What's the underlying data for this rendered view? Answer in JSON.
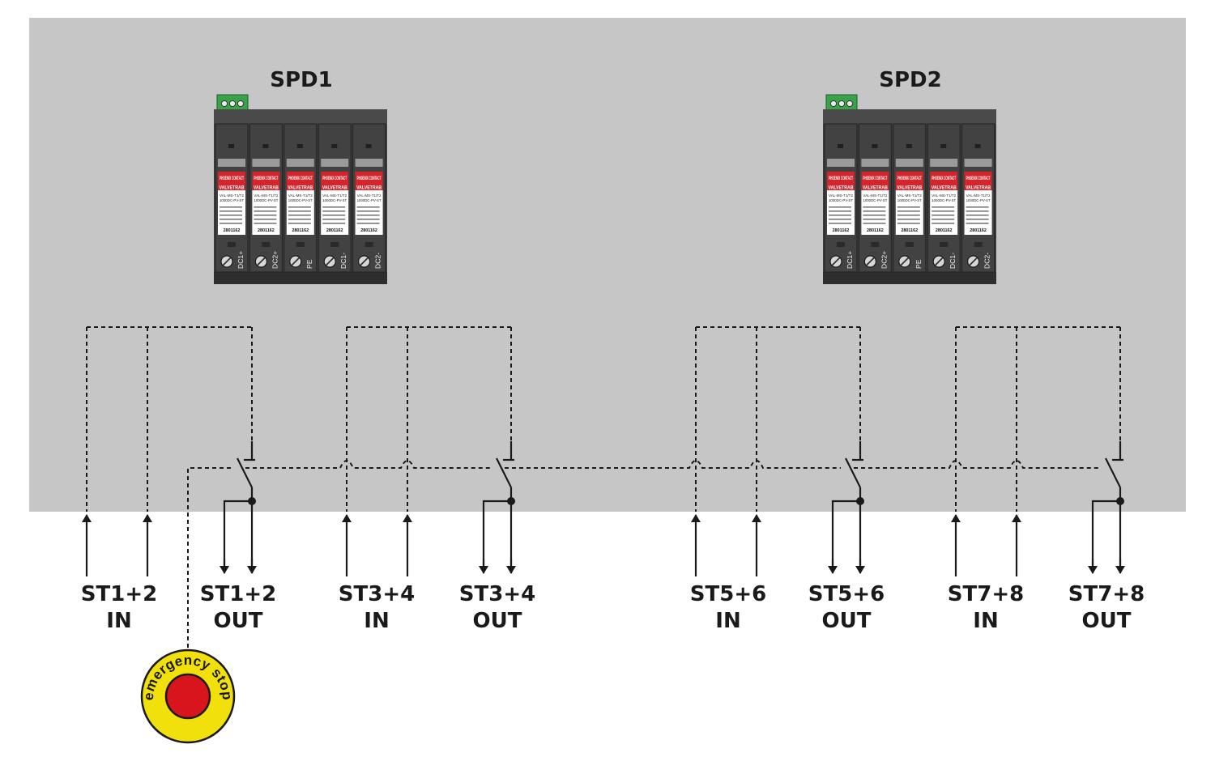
{
  "spd_units": [
    {
      "title": "SPD1",
      "modules": [
        {
          "brand": "PHOENIX CONTACT",
          "series": "VALVETRAB",
          "model": "VAL-MS-T1/T2",
          "model2": "1000DC-PV-ST",
          "part": "2801162",
          "terminal": "DC1+"
        },
        {
          "brand": "PHOENIX CONTACT",
          "series": "VALVETRAB",
          "model": "VAL-MS-T1/T2",
          "model2": "1000DC-PV-ST",
          "part": "2801162",
          "terminal": "DC2+"
        },
        {
          "brand": "PHOENIX CONTACT",
          "series": "VALVETRAB",
          "model": "VAL-MS-T1/T2",
          "model2": "1000DC-PV-ST",
          "part": "2801162",
          "terminal": "PE"
        },
        {
          "brand": "PHOENIX CONTACT",
          "series": "VALVETRAB",
          "model": "VAL-MS-T1/T2",
          "model2": "1000DC-PV-ST",
          "part": "2801162",
          "terminal": "DC1-"
        },
        {
          "brand": "PHOENIX CONTACT",
          "series": "VALVETRAB",
          "model": "VAL-MS-T1/T2",
          "model2": "1000DC-PV-ST",
          "part": "2801162",
          "terminal": "DC2-"
        }
      ]
    },
    {
      "title": "SPD2",
      "modules": [
        {
          "brand": "PHOENIX CONTACT",
          "series": "VALVETRAB",
          "model": "VAL-MS-T1/T2",
          "model2": "1000DC-PV-ST",
          "part": "2801162",
          "terminal": "DC1+"
        },
        {
          "brand": "PHOENIX CONTACT",
          "series": "VALVETRAB",
          "model": "VAL-MS-T1/T2",
          "model2": "1000DC-PV-ST",
          "part": "2801162",
          "terminal": "DC2+"
        },
        {
          "brand": "PHOENIX CONTACT",
          "series": "VALVETRAB",
          "model": "VAL-MS-T1/T2",
          "model2": "1000DC-PV-ST",
          "part": "2801162",
          "terminal": "PE"
        },
        {
          "brand": "PHOENIX CONTACT",
          "series": "VALVETRAB",
          "model": "VAL-MS-T1/T2",
          "model2": "1000DC-PV-ST",
          "part": "2801162",
          "terminal": "DC1-"
        },
        {
          "brand": "PHOENIX CONTACT",
          "series": "VALVETRAB",
          "model": "VAL-MS-T1/T2",
          "model2": "1000DC-PV-ST",
          "part": "2801162",
          "terminal": "DC2-"
        }
      ]
    }
  ],
  "io_labels": [
    {
      "line1": "ST1+2",
      "line2": "IN"
    },
    {
      "line1": "ST1+2",
      "line2": "OUT"
    },
    {
      "line1": "ST3+4",
      "line2": "IN"
    },
    {
      "line1": "ST3+4",
      "line2": "OUT"
    },
    {
      "line1": "ST5+6",
      "line2": "IN"
    },
    {
      "line1": "ST5+6",
      "line2": "OUT"
    },
    {
      "line1": "ST7+8",
      "line2": "IN"
    },
    {
      "line1": "ST7+8",
      "line2": "OUT"
    }
  ],
  "emergency_stop": {
    "text": "emergency stop"
  },
  "colors": {
    "panel": "#c6c6c6",
    "device_body": "#3d3d3d",
    "brand_red": "#d4252c",
    "connector_green": "#3aa34a",
    "estop_yellow": "#f2e00c",
    "estop_red": "#d8151c",
    "wire": "#1a1a1a"
  }
}
